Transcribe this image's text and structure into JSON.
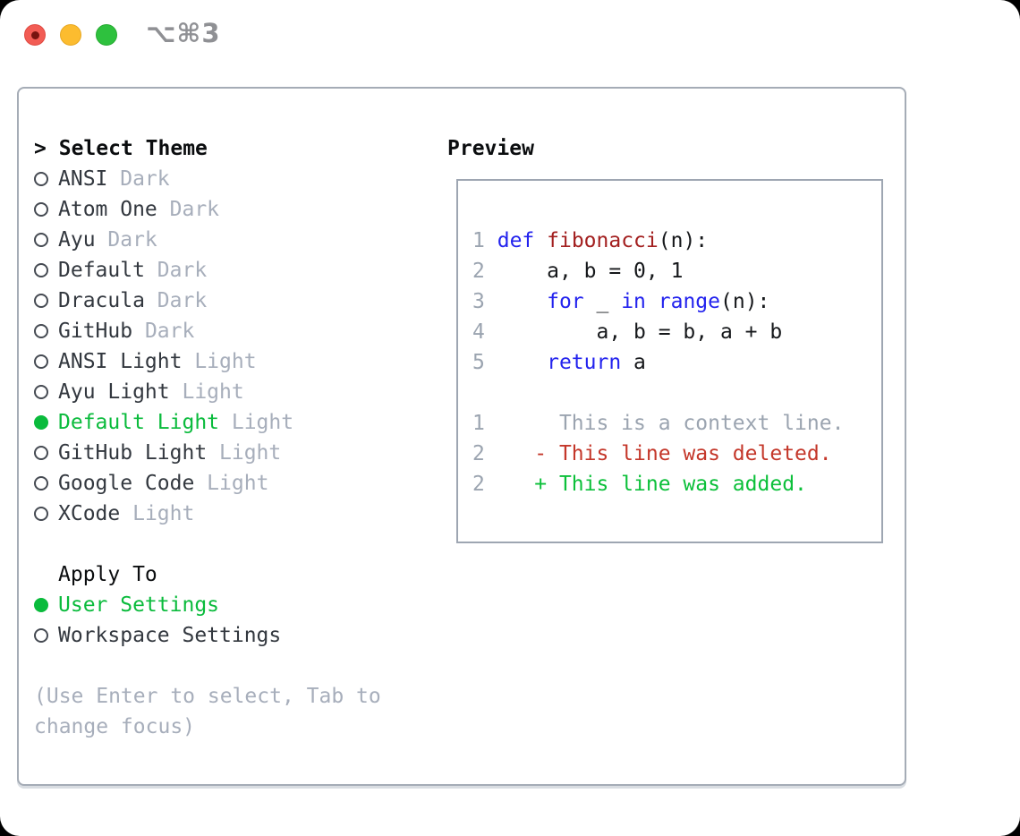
{
  "titlebar": {
    "shortcut": "⌥⌘3"
  },
  "theme_selector": {
    "prompt": ">",
    "title": "Select Theme",
    "themes": [
      {
        "name": "ANSI",
        "variant": "Dark",
        "selected": false
      },
      {
        "name": "Atom One",
        "variant": "Dark",
        "selected": false
      },
      {
        "name": "Ayu",
        "variant": "Dark",
        "selected": false
      },
      {
        "name": "Default",
        "variant": "Dark",
        "selected": false
      },
      {
        "name": "Dracula",
        "variant": "Dark",
        "selected": false
      },
      {
        "name": "GitHub",
        "variant": "Dark",
        "selected": false
      },
      {
        "name": "ANSI Light",
        "variant": "Light",
        "selected": false
      },
      {
        "name": "Ayu Light",
        "variant": "Light",
        "selected": false
      },
      {
        "name": "Default Light",
        "variant": "Light",
        "selected": true
      },
      {
        "name": "GitHub Light",
        "variant": "Light",
        "selected": false
      },
      {
        "name": "Google Code",
        "variant": "Light",
        "selected": false
      },
      {
        "name": "XCode",
        "variant": "Light",
        "selected": false
      }
    ],
    "apply_to": {
      "title": "Apply To",
      "options": [
        {
          "name": "User Settings",
          "selected": true
        },
        {
          "name": "Workspace Settings",
          "selected": false
        }
      ]
    },
    "hint": "(Use Enter to select, Tab to change focus)"
  },
  "preview": {
    "title": "Preview",
    "lines": [
      {
        "num": "1",
        "segments": [
          {
            "text": " ",
            "color": "plain"
          },
          {
            "text": "def",
            "color": "keyword"
          },
          {
            "text": " ",
            "color": "plain"
          },
          {
            "text": "fibonacci",
            "color": "function"
          },
          {
            "text": "(n):",
            "color": "plain"
          }
        ]
      },
      {
        "num": "2",
        "segments": [
          {
            "text": "     a, b = 0, 1",
            "color": "plain"
          }
        ]
      },
      {
        "num": "3",
        "segments": [
          {
            "text": "     ",
            "color": "plain"
          },
          {
            "text": "for",
            "color": "keyword"
          },
          {
            "text": " _ ",
            "color": "plain"
          },
          {
            "text": "in",
            "color": "keyword"
          },
          {
            "text": " ",
            "color": "plain"
          },
          {
            "text": "range",
            "color": "keyword"
          },
          {
            "text": "(n):",
            "color": "plain"
          }
        ]
      },
      {
        "num": "4",
        "segments": [
          {
            "text": "         a, b = b, a + b",
            "color": "plain"
          }
        ]
      },
      {
        "num": "5",
        "segments": [
          {
            "text": "     ",
            "color": "plain"
          },
          {
            "text": "return",
            "color": "keyword"
          },
          {
            "text": " a",
            "color": "plain"
          }
        ]
      },
      {
        "num": "",
        "segments": []
      },
      {
        "num": "1",
        "segments": [
          {
            "text": "      This is a context line.",
            "color": "context"
          }
        ]
      },
      {
        "num": "2",
        "segments": [
          {
            "text": "    - This line was deleted.",
            "color": "deleted"
          }
        ]
      },
      {
        "num": "2",
        "segments": [
          {
            "text": "    + This line was added.",
            "color": "added"
          }
        ]
      }
    ]
  },
  "colors": {
    "selected_green": "#0abb3c",
    "muted_gray": "#a7aebb",
    "item_text": "#33383f",
    "keyword_blue": "#2323ee",
    "function_red": "#a32020",
    "diff_deleted_red": "#c4372a",
    "diff_added_green": "#0cc03a",
    "line_number_gray": "#9ba4b0",
    "panel_border_gray": "#a5acb6",
    "traffic_red": "#f25c54",
    "traffic_yellow": "#fcbc2f",
    "traffic_green": "#2ec13e"
  }
}
